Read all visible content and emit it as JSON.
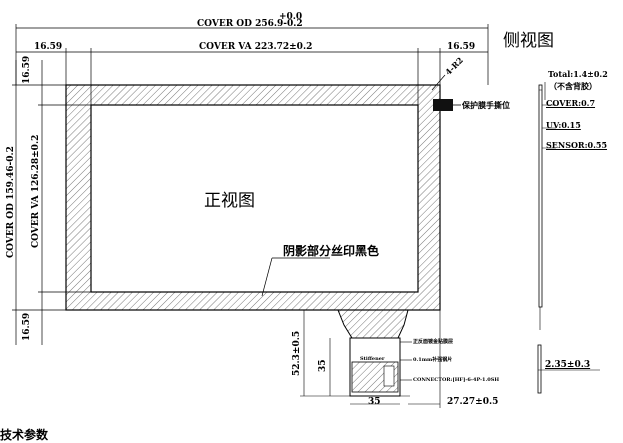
{
  "labels": {
    "top_tolerance": "+0.0",
    "cover_od_width": "COVER OD 256.9-0.2",
    "cover_va_width": "COVER VA 223.72±0.2",
    "border_left_top": "16.59",
    "border_right_top": "16.59",
    "border_left_upper": "16.59",
    "border_left_lower": "16.59",
    "cover_od_height": "COVER OD 159.46-0.2",
    "cover_va_height": "COVER VA 126.28±0.2",
    "corner_radius": "4-R2",
    "front_view": "正视图",
    "side_view": "侧视图",
    "shadow_note": "阴影部分丝印黑色",
    "protect_film_tab": "保护膜手撕位",
    "total_thickness": "Total:1.4±0.2",
    "no_backing": "（不含背胶）",
    "cover_layer": "COVER:0.7",
    "uv_layer": "UV:0.15",
    "sensor_layer": "SENSOR:0.55",
    "fpc_offset": "2.35±0.3",
    "fpc_length": "52.3±0.5",
    "fpc_width_v": "35",
    "fpc_width_h": "35",
    "fpc_right": "27.27±0.5",
    "fpc_note_1": "正反面镀金贴膜层",
    "fpc_note_2": "Stiffener",
    "fpc_note_3": "0.1mm补强钢片",
    "connector": "CONNECTOR:[HF]-6-4P-1.0SH",
    "section_title": "技术参数"
  }
}
